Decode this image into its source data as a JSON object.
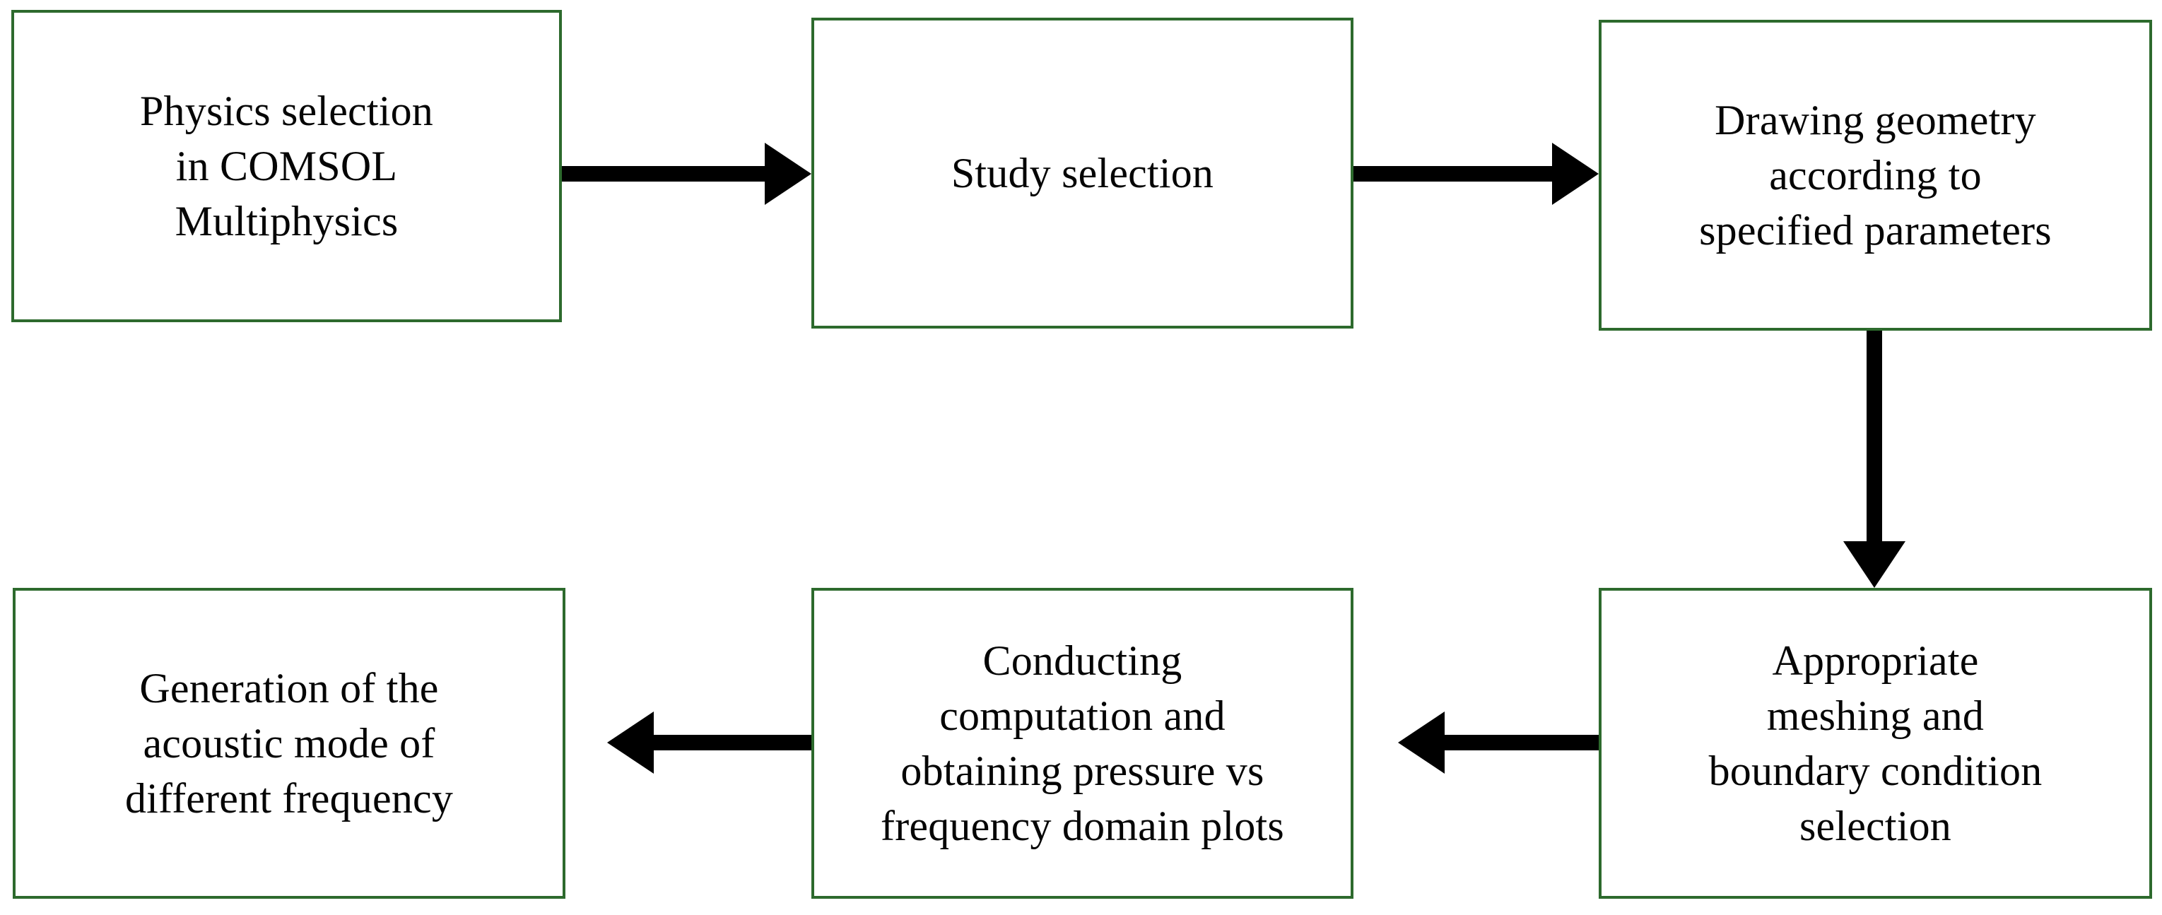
{
  "diagram": {
    "type": "flowchart",
    "orientation": "two-row-serpentine",
    "background_color": "#ffffff",
    "box_border_color": "#2d6a2d",
    "text_color": "#050505",
    "arrow_color": "#000000",
    "nodes": [
      {
        "id": "physics-selection",
        "label": "Physics selection\nin COMSOL\nMultiphysics",
        "row": 1,
        "column": 1
      },
      {
        "id": "study-selection",
        "label": "Study selection",
        "row": 1,
        "column": 2
      },
      {
        "id": "drawing-geometry",
        "label": "Drawing geometry\naccording to\nspecified parameters",
        "row": 1,
        "column": 3
      },
      {
        "id": "meshing-boundary",
        "label": "Appropriate\nmeshing and\nboundary condition\nselection",
        "row": 2,
        "column": 3
      },
      {
        "id": "computation-plots",
        "label": "Conducting\ncomputation and\nobtaining pressure vs\nfrequency domain plots",
        "row": 2,
        "column": 2
      },
      {
        "id": "acoustic-modes",
        "label": "Generation of the\nacoustic mode of\ndifferent frequency",
        "row": 2,
        "column": 1
      }
    ],
    "edges": [
      {
        "id": "physics-to-study",
        "from": "physics-selection",
        "to": "study-selection",
        "direction": "right"
      },
      {
        "id": "study-to-drawing",
        "from": "study-selection",
        "to": "drawing-geometry",
        "direction": "right"
      },
      {
        "id": "drawing-to-meshing",
        "from": "drawing-geometry",
        "to": "meshing-boundary",
        "direction": "down"
      },
      {
        "id": "meshing-to-computation",
        "from": "meshing-boundary",
        "to": "computation-plots",
        "direction": "left"
      },
      {
        "id": "computation-to-acoustic",
        "from": "computation-plots",
        "to": "acoustic-modes",
        "direction": "left"
      }
    ]
  }
}
